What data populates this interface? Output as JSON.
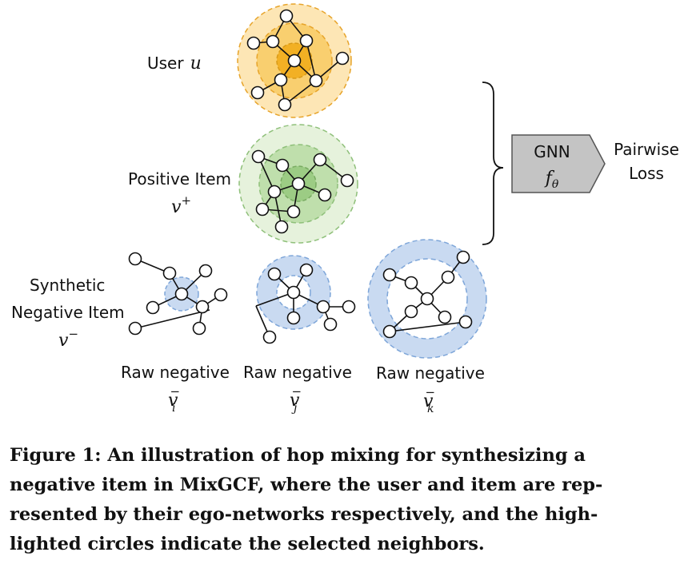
{
  "labels": {
    "user": "User",
    "user_sym": "u",
    "positive_item": "Positive Item",
    "positive_sym": "v",
    "positive_sup": "+",
    "synthetic_line1": "Synthetic",
    "synthetic_line2": "Negative Item",
    "synthetic_sym": "v",
    "synthetic_sup": "−",
    "raw_i": "Raw negative",
    "raw_j": "Raw negative",
    "raw_k": "Raw negative",
    "raw_sym": "v",
    "raw_sup": "−",
    "raw_sub_i": "i",
    "raw_sub_j": "j",
    "raw_sub_k": "k"
  },
  "gnn_box": {
    "label": "GNN",
    "sym": "f",
    "sub": "θ"
  },
  "loss_label": {
    "line1": "Pairwise",
    "line2": "Loss"
  },
  "caption": {
    "line1": "Figure 1: An illustration of hop mixing for synthesizing a",
    "line2": "negative item in MixGCF, where the user and item are rep-",
    "line3": "resented by their ego-networks respectively, and the high-",
    "line4": "lighted circles indicate the selected neighbors."
  },
  "colors": {
    "user_ring": "#fde6b5",
    "user_mid": "#f9cf6f",
    "user_core": "#f2b024",
    "user_stroke": "#e7a42a",
    "pos_ring": "#e6f2dc",
    "pos_mid": "#bfdfac",
    "pos_core": "#9ccc84",
    "pos_stroke": "#8fc07a",
    "neg_fill": "#c9daf1",
    "neg_stroke": "#7ea6d9",
    "gnn_fill": "#c4c4c4",
    "gnn_stroke": "#555555"
  }
}
